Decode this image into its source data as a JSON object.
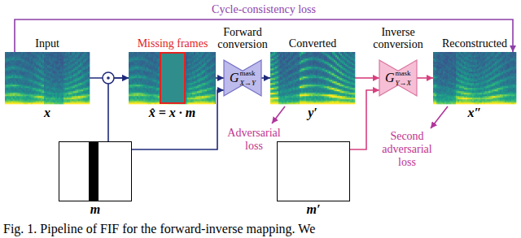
{
  "diagram": {
    "caption": "Fig. 1. Pipeline of FIF for the forward-inverse mapping. We",
    "nodes": [
      {
        "text": [
          "Input",
          "x"
        ]
      },
      {
        "text": [
          "x̂ = x · m"
        ]
      },
      {
        "text": [
          "Missing frames"
        ],
        "in": 1
      },
      {
        "text": [
          "Forward conversion",
          "G",
          "mask",
          "X→Y"
        ]
      },
      {
        "text": [
          "Converted",
          "y′"
        ]
      },
      {
        "text": [
          "Inverse conversion",
          "G",
          "mask",
          "Y→X"
        ]
      },
      {
        "text": [
          "Reconstructed",
          "x″"
        ]
      },
      {
        "text": [
          "m"
        ]
      },
      {
        "text": [
          "m′"
        ]
      }
    ],
    "edges": [
      {
        "from": 0,
        "to": 1,
        "arrow": "to"
      },
      {
        "from": 7,
        "to": 1,
        "arrow": "to"
      },
      {
        "from": 1,
        "to": 3,
        "arrow": "to"
      },
      {
        "from": 7,
        "to": 3,
        "arrow": "to"
      },
      {
        "from": 3,
        "to": 4,
        "arrow": "to"
      },
      {
        "from": 4,
        "to": 5,
        "arrow": "to"
      },
      {
        "from": 8,
        "to": 5,
        "arrow": "to"
      },
      {
        "from": 5,
        "to": 6,
        "arrow": "to"
      },
      {
        "from": 0,
        "to": 6,
        "arrow": "to",
        "label": "Cycle-consistency loss"
      }
    ],
    "labels": [
      "Adversarial loss",
      "Second adversarial loss"
    ]
  }
}
